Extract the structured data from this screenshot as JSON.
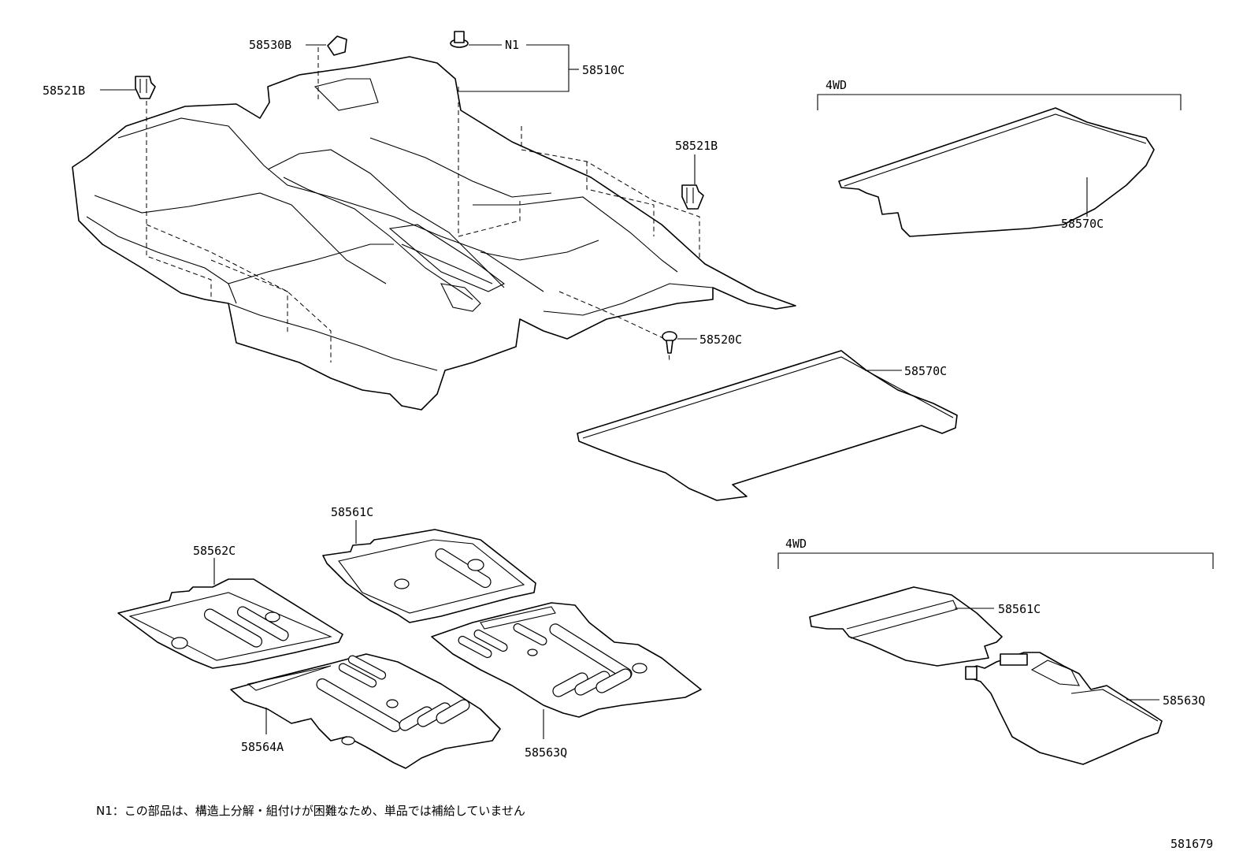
{
  "labels": {
    "p58530B": "58530B",
    "n1": "N1",
    "p58510C": "58510C",
    "p58521B_left": "58521B",
    "p58521B_right": "58521B",
    "p58520C": "58520C",
    "p58570C_upper": "58570C",
    "p58570C_lower": "58570C",
    "p58561C": "58561C",
    "p58562C": "58562C",
    "p58564A": "58564A",
    "p58563Q": "58563Q",
    "p58561C_4wd": "58561C",
    "p58563Q_4wd": "58563Q",
    "group_4wd_top": "4WD",
    "group_4wd_bottom": "4WD"
  },
  "footnote": "N1：この部品は、構造上分解・組付けが困難なため、単品では補給していません",
  "diagram_code": "581679"
}
